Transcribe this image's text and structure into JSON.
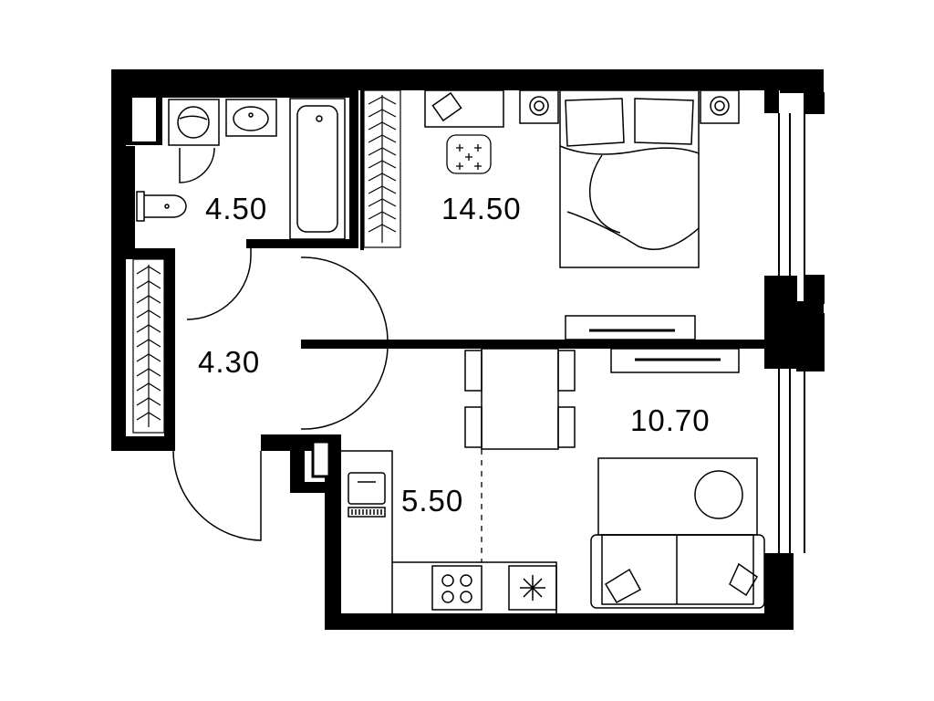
{
  "colors": {
    "background": "#ffffff",
    "wall": "#000000",
    "line": "#000000"
  },
  "rooms": [
    {
      "id": "bathroom",
      "area": "4.50"
    },
    {
      "id": "bedroom",
      "area": "14.50"
    },
    {
      "id": "hallway",
      "area": "4.30"
    },
    {
      "id": "kitchen",
      "area": "5.50"
    },
    {
      "id": "living-room",
      "area": "10.70"
    }
  ],
  "icons": [
    "toilet-icon",
    "washing-machine-icon",
    "sink-icon",
    "bathtub-icon",
    "wardrobe-icon",
    "double-bed-icon",
    "nightstand-icon",
    "lamp-icon",
    "ceiling-light-icon",
    "tv-icon",
    "dining-table-icon",
    "chair-icon",
    "stove-icon",
    "kitchen-sink-icon",
    "sofa-icon",
    "coffee-table-icon",
    "window-icon",
    "door-icon"
  ]
}
